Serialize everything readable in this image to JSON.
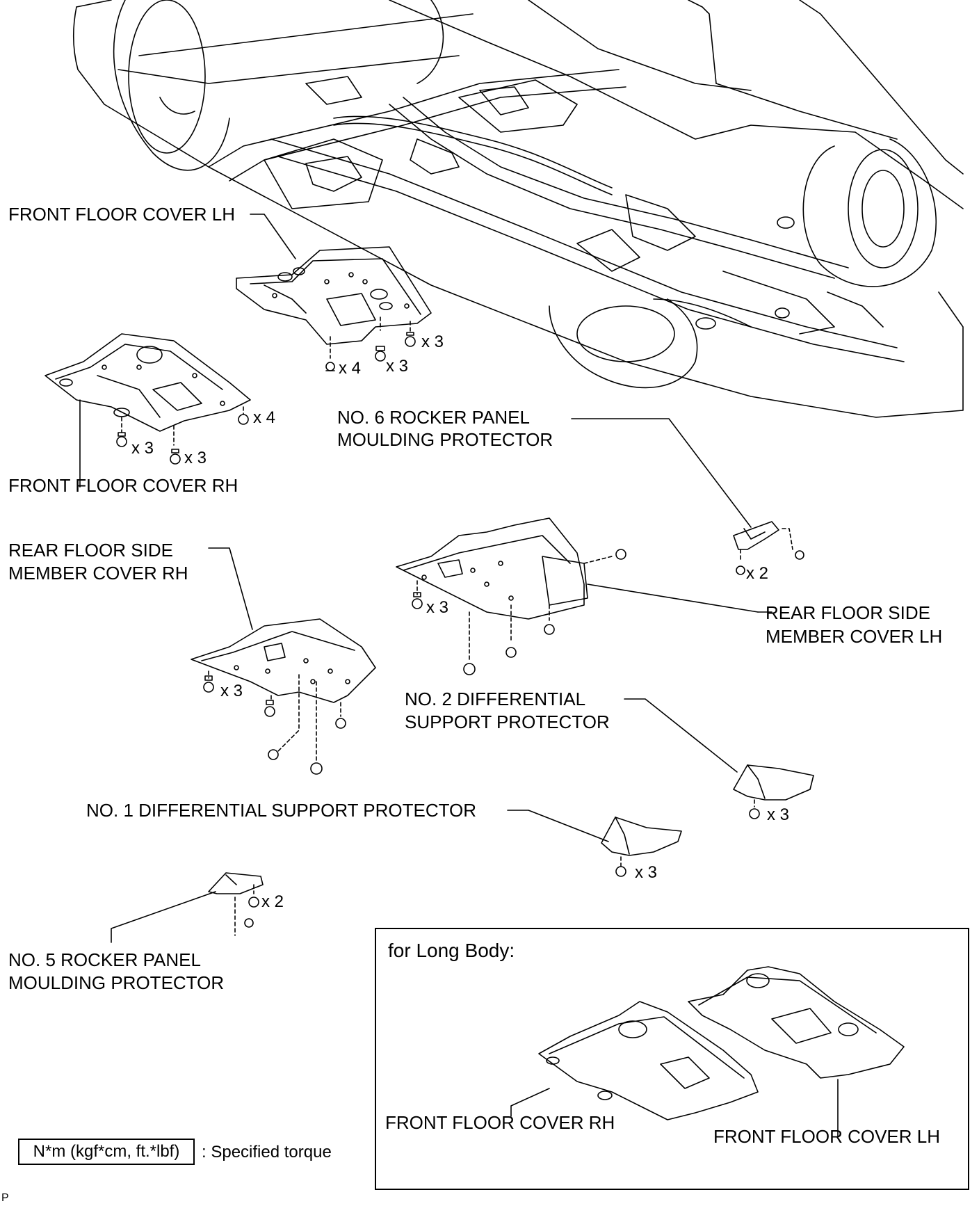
{
  "labels": {
    "front_floor_cover_lh": "FRONT FLOOR COVER LH",
    "front_floor_cover_rh": "FRONT FLOOR COVER RH",
    "no6_rocker_line1": "NO. 6 ROCKER PANEL",
    "no6_rocker_line2": "MOULDING PROTECTOR",
    "rear_side_rh_line1": "REAR FLOOR SIDE",
    "rear_side_rh_line2": "MEMBER COVER RH",
    "rear_side_lh_line1": "REAR FLOOR SIDE",
    "rear_side_lh_line2": "MEMBER COVER LH",
    "no2_diff_line1": "NO. 2 DIFFERENTIAL",
    "no2_diff_line2": "SUPPORT PROTECTOR",
    "no1_diff": "NO. 1 DIFFERENTIAL SUPPORT PROTECTOR",
    "no5_rocker_line1": "NO. 5 ROCKER PANEL",
    "no5_rocker_line2": "MOULDING PROTECTOR"
  },
  "quantities": {
    "lh_x3_a": "x 3",
    "lh_x3_b": "x 3",
    "lh_x4": "x 4",
    "rh_x4": "x 4",
    "rh_x3_a": "x 3",
    "rh_x3_b": "x 3",
    "no6_x2": "x 2",
    "rear_lh_x3": "x 3",
    "rear_rh_x3": "x 3",
    "no2_x3": "x 3",
    "no1_x3": "x 3",
    "no5_x2": "x 2"
  },
  "inset": {
    "title": "for Long Body:",
    "rh_label": "FRONT FLOOR COVER RH",
    "lh_label": "FRONT FLOOR COVER LH"
  },
  "legend": {
    "torque_unit": "N*m (kgf*cm, ft.*lbf)",
    "torque_text": ": Specified torque"
  },
  "page_ref": "P"
}
